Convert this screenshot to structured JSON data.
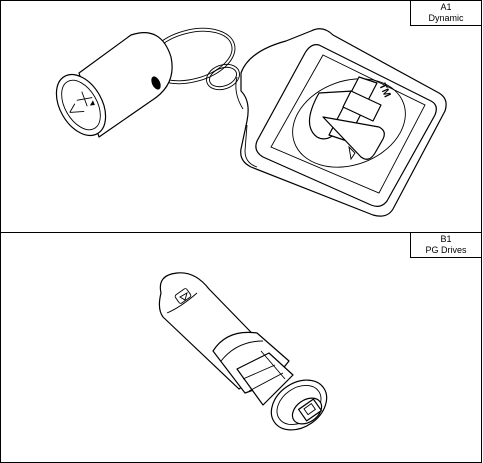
{
  "panels": [
    {
      "code": "A1",
      "name": "Dynamic"
    },
    {
      "code": "B1",
      "name": "PG Drives"
    }
  ]
}
